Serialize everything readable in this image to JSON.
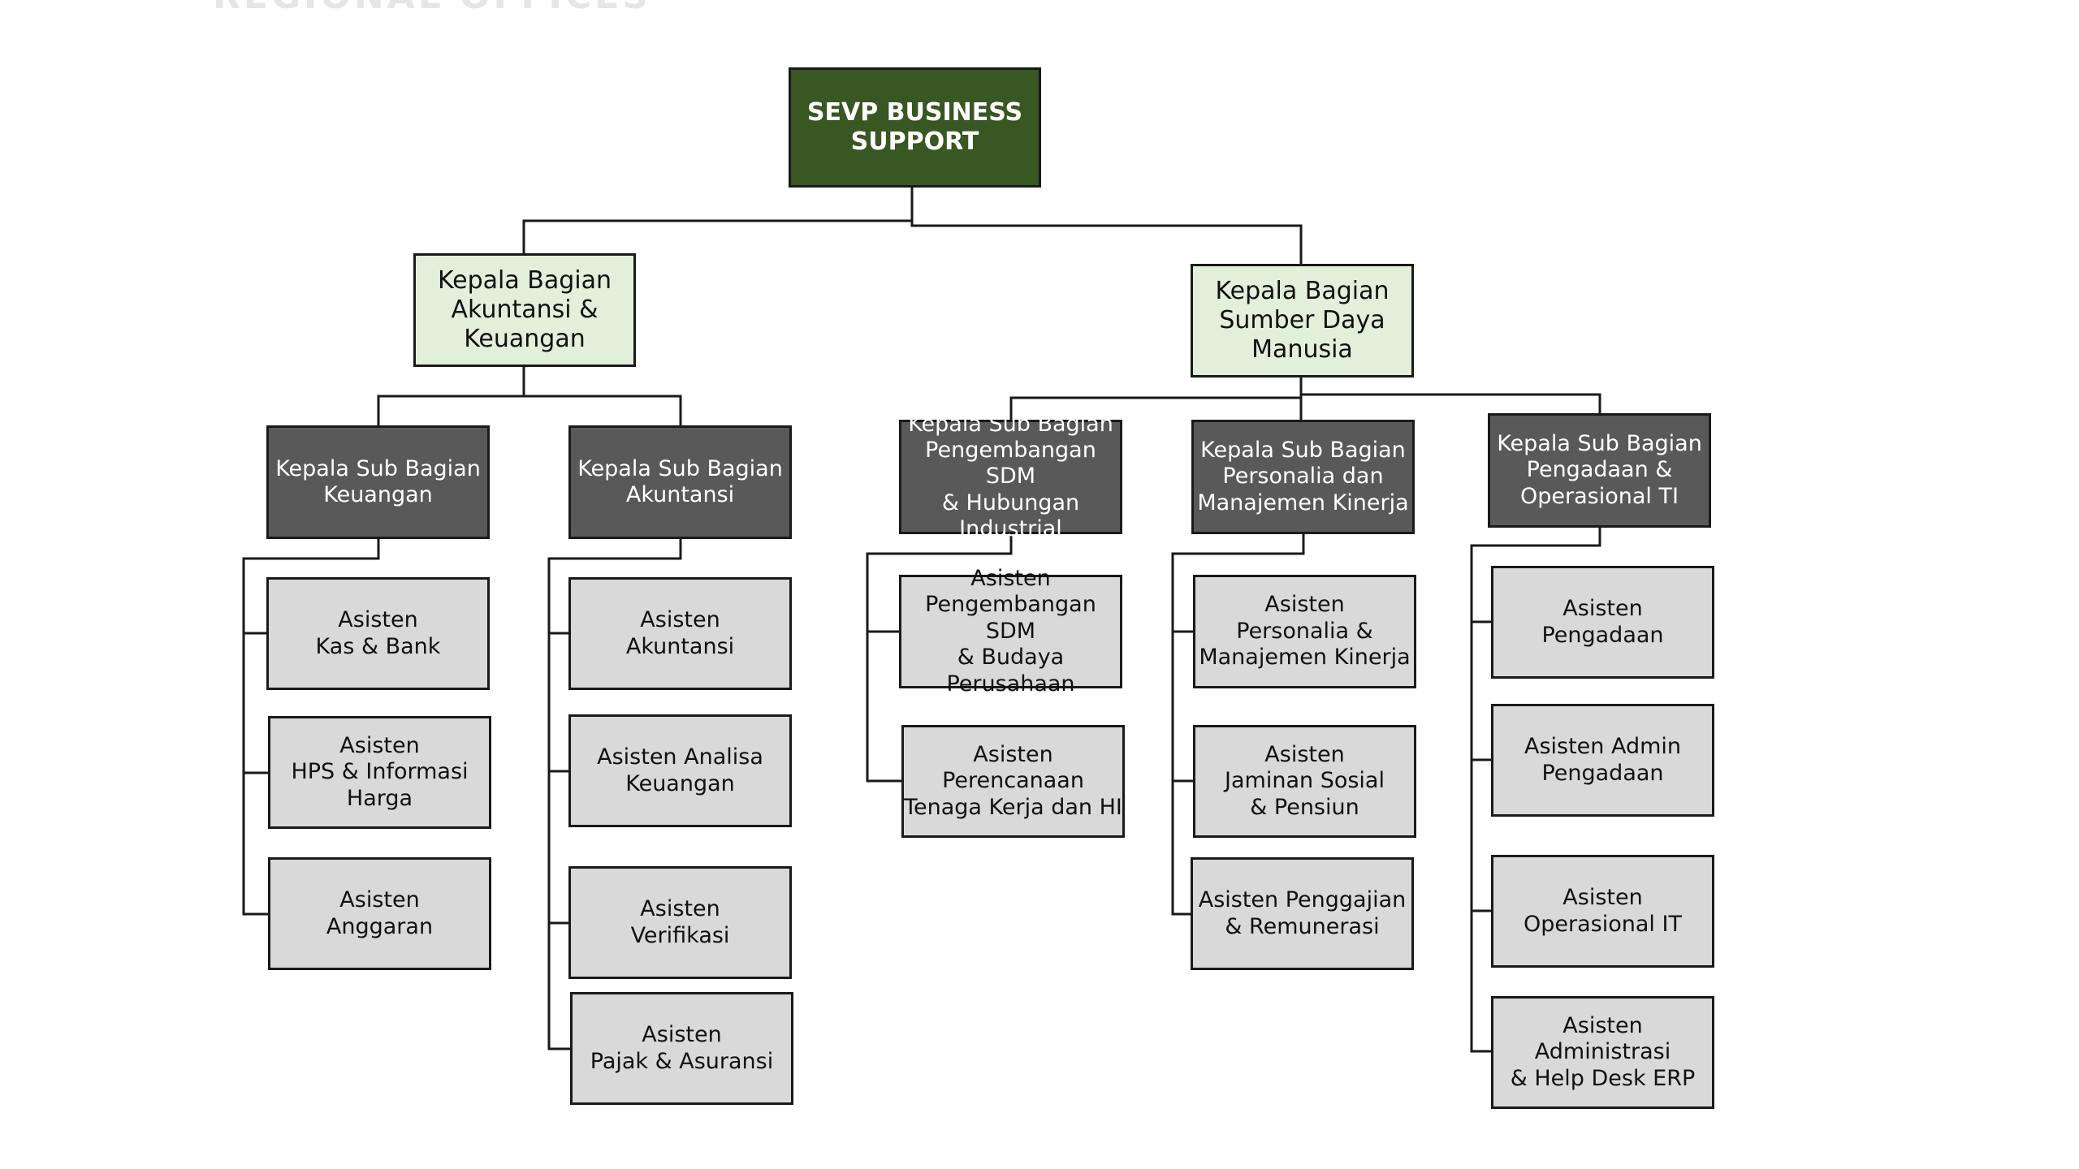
{
  "page_heading_partial": "REGIONAL OFFICES",
  "org_chart": {
    "top": "SEVP BUSINESS\nSUPPORT",
    "dept_akuntansi": "Kepala Bagian\nAkuntansi &\nKeuangan",
    "dept_sdm": "Kepala Bagian\nSumber Daya\nManusia",
    "sub_keuangan": "Kepala Sub Bagian\nKeuangan",
    "sub_akuntansi": "Kepala Sub Bagian\nAkuntansi",
    "sub_pengembangan_sdm": "Kepala Sub Bagian\nPengembangan SDM\n& Hubungan\nIndustrial",
    "sub_personalia": "Kepala Sub Bagian\nPersonalia dan\nManajemen Kinerja",
    "sub_pengadaan": "Kepala Sub Bagian\nPengadaan &\nOperasional TI",
    "asst_kas_bank": "Asisten\nKas & Bank",
    "asst_hps": "Asisten\nHPS & Informasi\nHarga",
    "asst_anggaran": "Asisten\nAnggaran",
    "asst_akuntansi": "Asisten\nAkuntansi",
    "asst_analisa": "Asisten Analisa\nKeuangan",
    "asst_verifikasi": "Asisten\nVerifikasi",
    "asst_pajak": "Asisten\nPajak & Asuransi",
    "asst_pengembangan": "Asisten\nPengembangan  SDM\n& Budaya\nPerusahaan",
    "asst_perencanaan": "Asisten Perencanaan\nTenaga Kerja dan HI",
    "asst_personalia": "Asisten\nPersonalia &\nManajemen Kinerja",
    "asst_jaminan": "Asisten\nJaminan Sosial\n& Pensiun",
    "asst_penggajian": "Asisten Penggajian\n& Remunerasi",
    "asst_pengadaan": "Asisten\nPengadaan",
    "asst_admin_pengadaan": "Asisten Admin\nPengadaan",
    "asst_operasional_it": "Asisten\nOperasional IT",
    "asst_admin_helpdesk": "Asisten Administrasi\n& Help Desk ERP"
  },
  "colors": {
    "top_box": "#385723",
    "dept_box": "#e2efda",
    "sub_box": "#595959",
    "assistant_box": "#d9d9d9",
    "connector": "#1a1a1a"
  }
}
